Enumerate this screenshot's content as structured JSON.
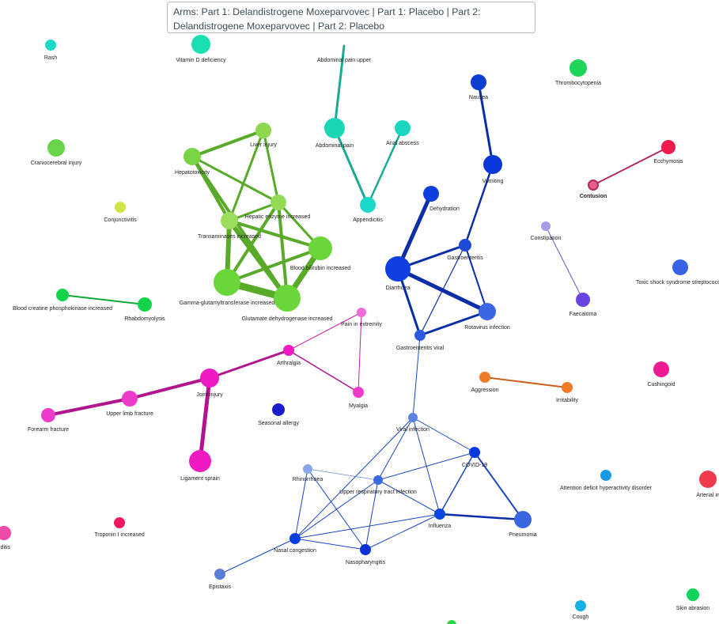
{
  "tooltip": {
    "text": "Arms: Part 1: Delandistrogene Moxeparvovec | Part 1: Placebo | Part 2: Delandistrogene Moxeparvovec | Part 2: Placebo"
  },
  "nodes": [
    {
      "id": "rash",
      "label": "Rash",
      "color": "#1ad9c6"
    },
    {
      "id": "vitd",
      "label": "Vitamin D deficiency",
      "color": "#1adfb0"
    },
    {
      "id": "abdupper",
      "label": "Abdominal pain upper",
      "color": "#1ed4b0"
    },
    {
      "id": "thrombo",
      "label": "Thrombocytopenia",
      "color": "#1ed45a"
    },
    {
      "id": "nausea",
      "label": "Nausea",
      "color": "#0b3fd4"
    },
    {
      "id": "liverinj",
      "label": "Liver injury",
      "color": "#8ed850"
    },
    {
      "id": "abdpain",
      "label": "Abdominal pain",
      "color": "#1ad6b4"
    },
    {
      "id": "analabs",
      "label": "Anal abscess",
      "color": "#1ad6c0"
    },
    {
      "id": "cranio",
      "label": "Craniocerebral injury",
      "color": "#6ad44a"
    },
    {
      "id": "hepatotox",
      "label": "Hepatotoxicity",
      "color": "#78d444"
    },
    {
      "id": "ecchymosis",
      "label": "Ecchymosis",
      "color": "#ee1a50"
    },
    {
      "id": "vomiting",
      "label": "Vomiting",
      "color": "#0a38d6"
    },
    {
      "id": "contusion",
      "label": "Contusion",
      "color": "#e5608a",
      "bold": true
    },
    {
      "id": "dehydration",
      "label": "Dehydration",
      "color": "#0c3ede"
    },
    {
      "id": "hepenz",
      "label": "Hepatic enzyme increased",
      "color": "#94da54"
    },
    {
      "id": "conjunct",
      "label": "Conjunctivitis",
      "color": "#d2e444"
    },
    {
      "id": "appendicitis",
      "label": "Appendicitis",
      "color": "#1ad9c6"
    },
    {
      "id": "transam",
      "label": "Transaminases increased",
      "color": "#9ade5c"
    },
    {
      "id": "constipation",
      "label": "Constipation",
      "color": "#a89ae4"
    },
    {
      "id": "gastroent",
      "label": "Gastroenteritis",
      "color": "#1e4ad8"
    },
    {
      "id": "bili",
      "label": "Blood bilirubin increased",
      "color": "#6ad63a"
    },
    {
      "id": "diarrhoea",
      "label": "Diarrhoea",
      "color": "#0d3fe2"
    },
    {
      "id": "toxicshock",
      "label": "Toxic shock syndrome streptococcal",
      "color": "#3a62e4"
    },
    {
      "id": "ggt",
      "label": "Gamma-glutamyltransferase increased",
      "color": "#6ad63a"
    },
    {
      "id": "glutamate",
      "label": "Glutamate dehydrogenase increased",
      "color": "#6ad63a"
    },
    {
      "id": "bcpk",
      "label": "Blood creatine phosphokinase increased",
      "color": "#12d44a"
    },
    {
      "id": "rhabdo",
      "label": "Rhabdomyolysis",
      "color": "#12d44a"
    },
    {
      "id": "faecaloma",
      "label": "Faecaloma",
      "color": "#6a44e0"
    },
    {
      "id": "rotavirus",
      "label": "Rotavirus infection",
      "color": "#3a66e6"
    },
    {
      "id": "painext",
      "label": "Pain in extremity",
      "color": "#f06ad8"
    },
    {
      "id": "gastroviral",
      "label": "Gastroenteritis viral",
      "color": "#2c5ae0"
    },
    {
      "id": "arthralgia",
      "label": "Arthralgia",
      "color": "#ee1ac2"
    },
    {
      "id": "cushingoid",
      "label": "Cushingoid",
      "color": "#ee1a94"
    },
    {
      "id": "aggression",
      "label": "Aggression",
      "color": "#ee7a2a"
    },
    {
      "id": "irritability",
      "label": "Irritability",
      "color": "#ee7a2a"
    },
    {
      "id": "jointinj",
      "label": "Joint injury",
      "color": "#ee1ac2"
    },
    {
      "id": "myalgia",
      "label": "Myalgia",
      "color": "#ee3ac8"
    },
    {
      "id": "upperlimb",
      "label": "Upper limb fracture",
      "color": "#ee3ac8"
    },
    {
      "id": "forearm",
      "label": "Forearm fracture",
      "color": "#ee3ac8"
    },
    {
      "id": "seasonal",
      "label": "Seasonal allergy",
      "color": "#1a1acc"
    },
    {
      "id": "viral",
      "label": "Viral infection",
      "color": "#5a82e6"
    },
    {
      "id": "covid",
      "label": "COVID-19",
      "color": "#0a3ade"
    },
    {
      "id": "ligament",
      "label": "Ligament sprain",
      "color": "#ee1ac2"
    },
    {
      "id": "adhd",
      "label": "Attention deficit hyperactivity disorder",
      "color": "#1a9ae6"
    },
    {
      "id": "arterial",
      "label": "Arterial in",
      "color": "#ee3a4a"
    },
    {
      "id": "rhino",
      "label": "Rhinorrhoea",
      "color": "#8aa6ea"
    },
    {
      "id": "urti",
      "label": "Upper respiratory tract infection",
      "color": "#3a6ae2"
    },
    {
      "id": "carditis",
      "label": "ocarditis",
      "color": "#ee4aaa"
    },
    {
      "id": "troponin",
      "label": "Troponin I increased",
      "color": "#ee1a5e"
    },
    {
      "id": "influenza",
      "label": "Influenza",
      "color": "#0a46de"
    },
    {
      "id": "pneumonia",
      "label": "Pneumonia",
      "color": "#3a66e2"
    },
    {
      "id": "nasal",
      "label": "Nasal congestion",
      "color": "#0a3ede"
    },
    {
      "id": "nasoph",
      "label": "Nasopharyngitis",
      "color": "#0a30d6"
    },
    {
      "id": "epistaxis",
      "label": "Epistaxis",
      "color": "#5a7ed8"
    },
    {
      "id": "cough",
      "label": "Cough",
      "color": "#1aaee6"
    },
    {
      "id": "skinabr",
      "label": "Skin abrasion",
      "color": "#12d45a"
    },
    {
      "id": "bottomgreen",
      "label": "",
      "color": "#2ad44a"
    }
  ],
  "edges": [
    {
      "source": "abdupper",
      "target": "abdpain",
      "color": "#1aaa96"
    },
    {
      "source": "abdpain",
      "target": "appendicitis",
      "color": "#1aaa96"
    },
    {
      "source": "analabs",
      "target": "appendicitis",
      "color": "#1aaa96"
    },
    {
      "source": "nausea",
      "target": "vomiting",
      "color": "#0a2ea8"
    },
    {
      "source": "vomiting",
      "target": "gastroent",
      "color": "#0a2ea8"
    },
    {
      "source": "dehydration",
      "target": "diarrhoea",
      "color": "#0a2ea8"
    },
    {
      "source": "diarrhoea",
      "target": "gastroent",
      "color": "#0a2ea8"
    },
    {
      "source": "diarrhoea",
      "target": "rotavirus",
      "color": "#0a2ea8"
    },
    {
      "source": "diarrhoea",
      "target": "gastroviral",
      "color": "#0a2ea8"
    },
    {
      "source": "gastroent",
      "target": "rotavirus",
      "color": "#0a2ea8"
    },
    {
      "source": "gastroent",
      "target": "gastroviral",
      "color": "#0a2ea8"
    },
    {
      "source": "rotavirus",
      "target": "gastroviral",
      "color": "#0a2ea8"
    },
    {
      "source": "gastroviral",
      "target": "viral",
      "color": "#1a46c0"
    },
    {
      "source": "ecchymosis",
      "target": "contusion",
      "color": "#b02a60"
    },
    {
      "source": "constipation",
      "target": "faecaloma",
      "color": "#6a58c8"
    },
    {
      "source": "bcpk",
      "target": "rhabdo",
      "color": "#10a83a"
    },
    {
      "source": "aggression",
      "target": "irritability",
      "color": "#c8601a"
    },
    {
      "source": "hepatotox",
      "target": "liverinj",
      "color": "#5aaa2a"
    },
    {
      "source": "hepatotox",
      "target": "hepenz",
      "color": "#5aaa2a"
    },
    {
      "source": "hepatotox",
      "target": "transam",
      "color": "#5aaa2a"
    },
    {
      "source": "hepatotox",
      "target": "glutamate",
      "color": "#5aaa2a"
    },
    {
      "source": "liverinj",
      "target": "hepenz",
      "color": "#5aaa2a"
    },
    {
      "source": "liverinj",
      "target": "transam",
      "color": "#5aaa2a"
    },
    {
      "source": "hepenz",
      "target": "transam",
      "color": "#5aaa2a"
    },
    {
      "source": "hepenz",
      "target": "bili",
      "color": "#5aaa2a"
    },
    {
      "source": "hepenz",
      "target": "ggt",
      "color": "#5aaa2a"
    },
    {
      "source": "hepenz",
      "target": "glutamate",
      "color": "#5aaa2a"
    },
    {
      "source": "transam",
      "target": "bili",
      "color": "#5aaa2a"
    },
    {
      "source": "transam",
      "target": "ggt",
      "color": "#5aaa2a"
    },
    {
      "source": "transam",
      "target": "glutamate",
      "color": "#5aaa2a"
    },
    {
      "source": "bili",
      "target": "ggt",
      "color": "#5aaa2a"
    },
    {
      "source": "bili",
      "target": "glutamate",
      "color": "#5aaa2a"
    },
    {
      "source": "ggt",
      "target": "glutamate",
      "color": "#5aaa2a"
    },
    {
      "source": "painext",
      "target": "arthralgia",
      "color": "#c81aa8"
    },
    {
      "source": "painext",
      "target": "myalgia",
      "color": "#c81aa8"
    },
    {
      "source": "arthralgia",
      "target": "myalgia",
      "color": "#b0148e"
    },
    {
      "source": "arthralgia",
      "target": "jointinj",
      "color": "#b0148e"
    },
    {
      "source": "jointinj",
      "target": "upperlimb",
      "color": "#b0148e"
    },
    {
      "source": "jointinj",
      "target": "ligament",
      "color": "#b0148e"
    },
    {
      "source": "upperlimb",
      "target": "forearm",
      "color": "#b0148e"
    },
    {
      "source": "viral",
      "target": "covid",
      "color": "#1a46c0"
    },
    {
      "source": "viral",
      "target": "urti",
      "color": "#1a46c0"
    },
    {
      "source": "viral",
      "target": "nasal",
      "color": "#1a46c0"
    },
    {
      "source": "viral",
      "target": "influenza",
      "color": "#1a46c0"
    },
    {
      "source": "covid",
      "target": "urti",
      "color": "#1a46c0"
    },
    {
      "source": "covid",
      "target": "influenza",
      "color": "#1a46c0"
    },
    {
      "source": "covid",
      "target": "pneumonia",
      "color": "#1a46c0"
    },
    {
      "source": "rhino",
      "target": "urti",
      "color": "#6a8ad8"
    },
    {
      "source": "rhino",
      "target": "nasal",
      "color": "#1a46c0"
    },
    {
      "source": "rhino",
      "target": "nasoph",
      "color": "#1a46c0"
    },
    {
      "source": "urti",
      "target": "influenza",
      "color": "#1a46c0"
    },
    {
      "source": "urti",
      "target": "nasal",
      "color": "#1a46c0"
    },
    {
      "source": "urti",
      "target": "nasoph",
      "color": "#1a46c0"
    },
    {
      "source": "influenza",
      "target": "pneumonia",
      "color": "#0a2ea8"
    },
    {
      "source": "influenza",
      "target": "nasal",
      "color": "#1a46c0"
    },
    {
      "source": "influenza",
      "target": "nasoph",
      "color": "#1a46c0"
    },
    {
      "source": "nasal",
      "target": "nasoph",
      "color": "#1a46c0"
    },
    {
      "source": "nasal",
      "target": "epistaxis",
      "color": "#1a46c0"
    }
  ]
}
